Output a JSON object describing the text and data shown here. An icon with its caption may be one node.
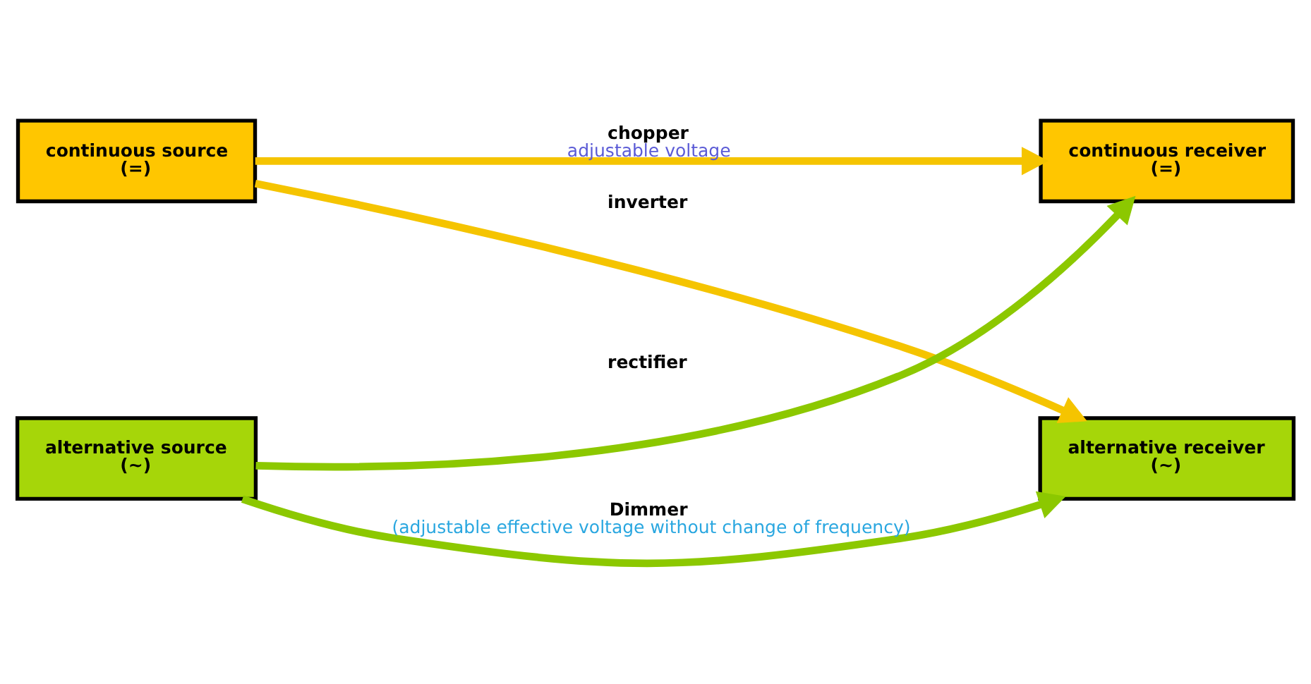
{
  "diagram": {
    "nodes": [
      {
        "text": [
          "continuous source",
          "(=)"
        ]
      },
      {
        "text": [
          "continuous receiver",
          "(=)"
        ]
      },
      {
        "text": [
          "alternative source",
          "(~)"
        ]
      },
      {
        "text": [
          "alternative receiver",
          "(~)"
        ]
      }
    ],
    "edges": [
      {
        "from": 0,
        "to": 1,
        "arrow": "to",
        "label": [
          "chopper",
          "adjustable voltage"
        ],
        "color": "#f5c400"
      },
      {
        "from": 0,
        "to": 3,
        "arrow": "to",
        "label": [
          "inverter"
        ],
        "color": "#f5c400"
      },
      {
        "from": 2,
        "to": 1,
        "arrow": "to",
        "label": [
          "rectifier"
        ],
        "color": "#8cc800"
      },
      {
        "from": 2,
        "to": 3,
        "arrow": "to",
        "label": [
          "Dimmer",
          "(adjustable effective voltage without change of frequency)"
        ],
        "color": "#8cc800"
      }
    ]
  }
}
